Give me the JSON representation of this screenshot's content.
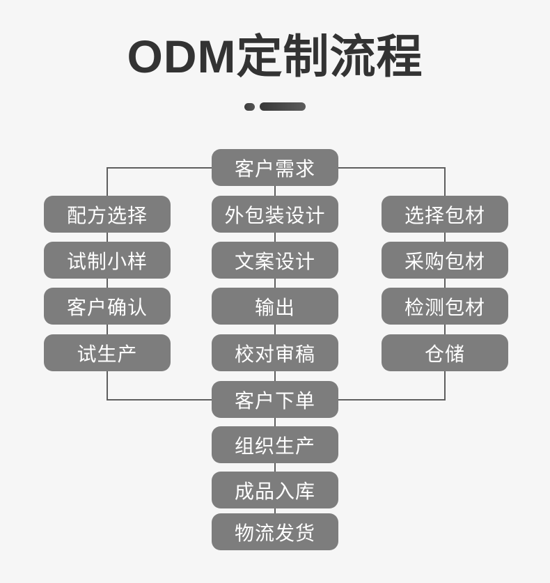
{
  "title": "ODM定制流程",
  "colors": {
    "background": "#f6f6f6",
    "node_fill": "#7d7d7d",
    "node_text": "#ffffff",
    "connector": "#5e5e5e",
    "title_text": "#333333",
    "divider": "#4a4a4a"
  },
  "flow": {
    "top_label": "客户需求",
    "left_branch": [
      "配方选择",
      "试制小样",
      "客户确认",
      "试生产"
    ],
    "middle_branch": [
      "外包装设计",
      "文案设计",
      "输出",
      "校对审稿"
    ],
    "right_branch": [
      "选择包材",
      "采购包材",
      "检测包材",
      "仓储"
    ],
    "bottom_branch": [
      "客户下单",
      "组织生产",
      "成品入库",
      "物流发货"
    ]
  }
}
